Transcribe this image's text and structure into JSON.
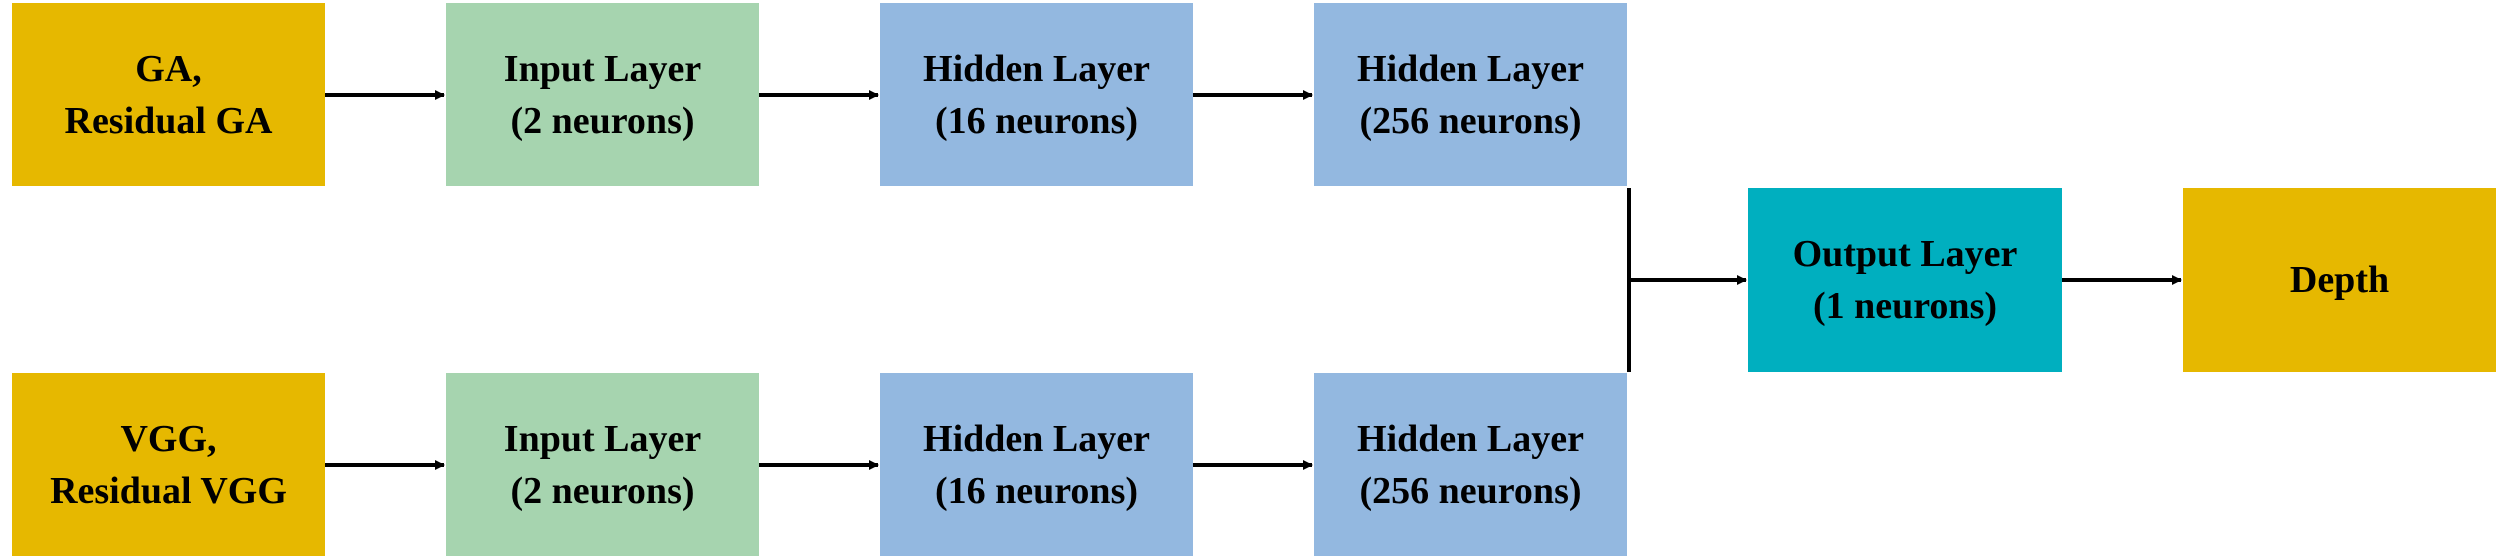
{
  "colors": {
    "source": "#E6B800",
    "input": "#A6D4AF",
    "hidden": "#93B8E0",
    "output": "#00AFBF",
    "target": "#E6B800",
    "connector": "#000000"
  },
  "nodes": {
    "top_source": {
      "line1": "GA,",
      "line2": "Residual GA"
    },
    "top_input": {
      "line1": "Input Layer",
      "line2": "(2 neurons)"
    },
    "top_hidden1": {
      "line1": "Hidden Layer",
      "line2": "(16 neurons)"
    },
    "top_hidden2": {
      "line1": "Hidden Layer",
      "line2": "(256 neurons)"
    },
    "bottom_source": {
      "line1": "VGG,",
      "line2": "Residual VGG"
    },
    "bottom_input": {
      "line1": "Input Layer",
      "line2": "(2 neurons)"
    },
    "bottom_hidden1": {
      "line1": "Hidden Layer",
      "line2": "(16 neurons)"
    },
    "bottom_hidden2": {
      "line1": "Hidden Layer",
      "line2": "(256 neurons)"
    },
    "output": {
      "line1": "Output Layer",
      "line2": "(1 neurons)"
    },
    "target": {
      "line1": "Depth"
    }
  },
  "edges": [
    {
      "from": "top_source",
      "to": "top_input"
    },
    {
      "from": "top_input",
      "to": "top_hidden1"
    },
    {
      "from": "top_hidden1",
      "to": "top_hidden2"
    },
    {
      "from": "bottom_source",
      "to": "bottom_input"
    },
    {
      "from": "bottom_input",
      "to": "bottom_hidden1"
    },
    {
      "from": "bottom_hidden1",
      "to": "bottom_hidden2"
    },
    {
      "from": "top_hidden2",
      "to": "output"
    },
    {
      "from": "bottom_hidden2",
      "to": "output"
    },
    {
      "from": "output",
      "to": "target"
    }
  ]
}
